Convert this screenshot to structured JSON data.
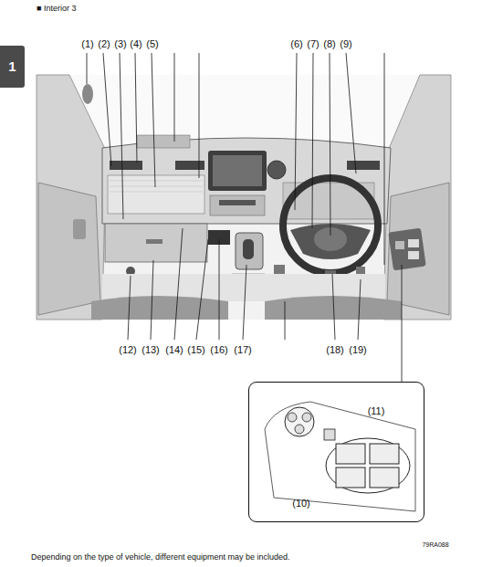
{
  "diagram": {
    "title": "■ Interior 3",
    "nodes": [
      {
        "text": [
          "1"
        ]
      },
      {
        "text": [
          "(11)",
          "(10)"
        ]
      }
    ],
    "labels": [
      "(1)",
      "(2)",
      "(3)",
      "(4)",
      "(5)",
      "(6)",
      "(7)",
      "(8)",
      "(9)",
      "(12)",
      "(13)",
      "(14)",
      "(15)",
      "(16)",
      "(17)",
      "(18)",
      "(19)",
      "79RA088",
      "Depending on the type of vehicle, different equipment may be included."
    ]
  }
}
